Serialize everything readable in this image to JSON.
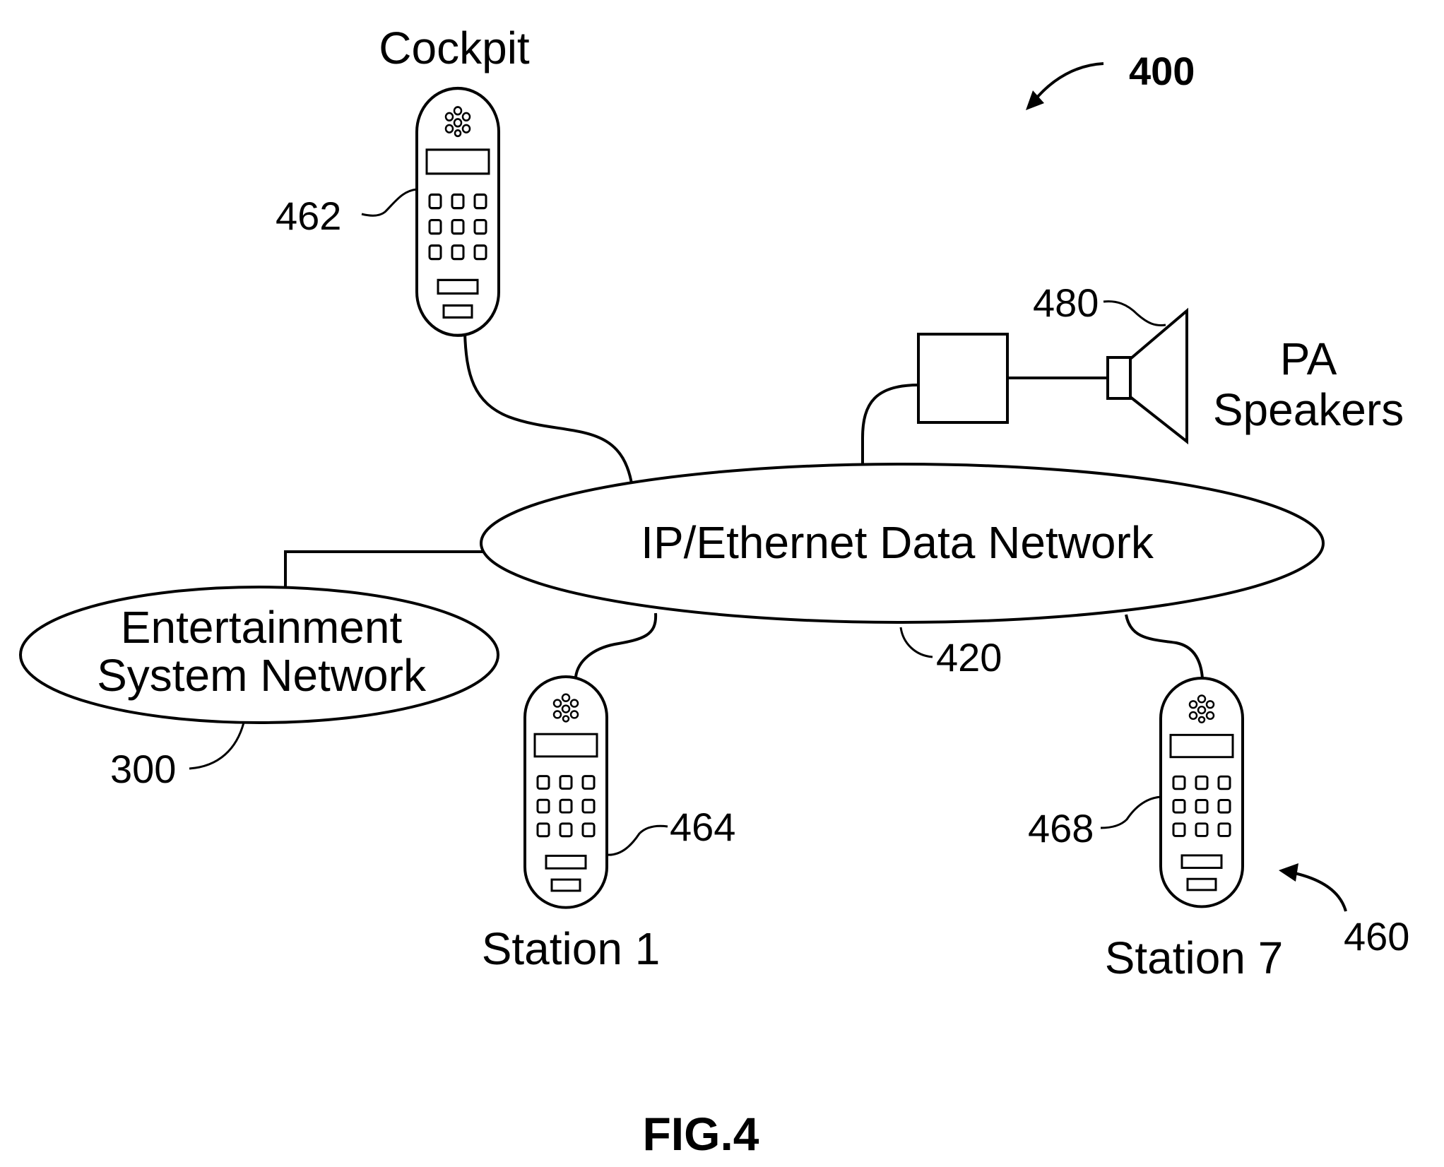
{
  "figure": {
    "ref_number": "400",
    "caption": "FIG.4"
  },
  "network": {
    "label": "IP/Ethernet Data Network",
    "ref": "420"
  },
  "entertainment": {
    "label_line1": "Entertainment",
    "label_line2": "System Network",
    "ref": "300"
  },
  "cockpit": {
    "label": "Cockpit",
    "ref": "462"
  },
  "station1": {
    "label": "Station 1",
    "ref": "464"
  },
  "station7": {
    "label": "Station 7",
    "ref": "468",
    "group_ref": "460"
  },
  "pa": {
    "label_line1": "PA",
    "label_line2": "Speakers",
    "ref": "480"
  }
}
